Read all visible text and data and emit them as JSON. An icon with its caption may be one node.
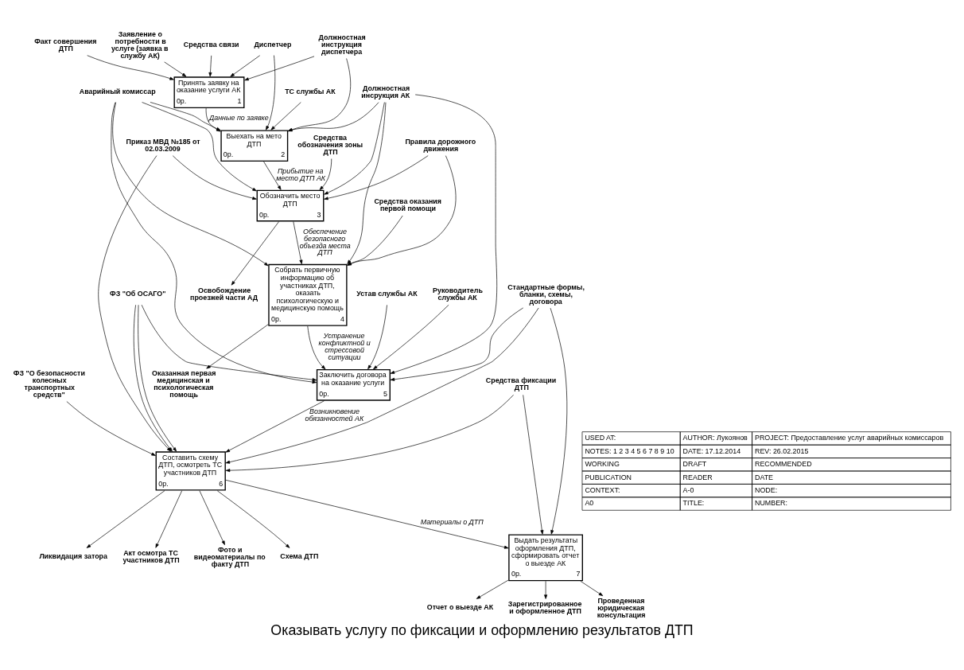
{
  "diagram": {
    "title": "Оказывать услугу по фиксации и оформлению результатов ДТП",
    "nodes": [
      {
        "text": [
          "Принять заявку на оказание услуги АК",
          "0р.",
          "1"
        ]
      },
      {
        "text": [
          "Выехать на мето ДТП",
          "0р.",
          "2"
        ]
      },
      {
        "text": [
          "Обозначить место ДТП",
          "0р.",
          "3"
        ]
      },
      {
        "text": [
          "Собрать первичную информацию об участниках ДТП, оказать психологическую и медицинскую помощь",
          "0р.",
          "4"
        ]
      },
      {
        "text": [
          "Заключить договора на оказание услуги",
          "0р.",
          "5"
        ]
      },
      {
        "text": [
          "Составить схему ДТП, осмотреть ТС участников ДТП",
          "0р.",
          "6"
        ]
      },
      {
        "text": [
          "Выдать результаты оформления ДТП, сформировать отчет о выезде АК",
          "0р.",
          "7"
        ]
      },
      {
        "text": [
          "Должностная инструкция диспетчера"
        ]
      },
      {
        "text": [
          "Должностная инсрукция АК"
        ]
      },
      {
        "text": [
          "Приказ МВД №185 от 02.03.2009"
        ]
      },
      {
        "text": [
          "Правила дорожного движения"
        ]
      },
      {
        "text": [
          "Устав службы АК"
        ]
      },
      {
        "text": [
          "ФЗ \"Об ОСАГО\""
        ]
      },
      {
        "text": [
          "ФЗ \"О безопасности колесных транспортных средств\""
        ]
      },
      {
        "text": [
          "Факт совершения ДТП"
        ]
      },
      {
        "text": [
          "Заявление о потребности в услуге (заявка в службу АК)"
        ]
      },
      {
        "text": [
          "Оказанная первая медицинская и психологическая помощь"
        ]
      },
      {
        "text": [
          "Освобождение проезжей части АД"
        ]
      },
      {
        "text": [
          "Ликвидация затора"
        ]
      },
      {
        "text": [
          "Акт осмотра ТС участников ДТП"
        ]
      },
      {
        "text": [
          "Фото и видеоматериалы по факту ДТП"
        ]
      },
      {
        "text": [
          "Схема ДТП"
        ]
      },
      {
        "text": [
          "Отчет о выезде АК"
        ]
      },
      {
        "text": [
          "Зарегистрированное и оформленное ДТП"
        ]
      },
      {
        "text": [
          "Проведенная юридическая консультация"
        ]
      },
      {
        "text": [
          "Средства связи"
        ]
      },
      {
        "text": [
          "Диспетчер"
        ]
      },
      {
        "text": [
          "ТС службы АК"
        ]
      },
      {
        "text": [
          "Аварийный комиссар"
        ]
      },
      {
        "text": [
          "Средства обозначения зоны ДТП"
        ]
      },
      {
        "text": [
          "Средства оказания первой помощи"
        ]
      },
      {
        "text": [
          "Руководитель службы АК"
        ]
      },
      {
        "text": [
          "Стандартные формы, бланки, схемы, договора"
        ]
      },
      {
        "text": [
          "Средства фиксации ДТП"
        ]
      }
    ],
    "edges": [
      {
        "from": 7,
        "to": 0,
        "arrow": "to"
      },
      {
        "from": 7,
        "to": 1,
        "arrow": "to"
      },
      {
        "from": 8,
        "to": 1,
        "arrow": "to"
      },
      {
        "from": 8,
        "to": 2,
        "arrow": "to"
      },
      {
        "from": 8,
        "to": 3,
        "arrow": "to"
      },
      {
        "from": 8,
        "to": 4,
        "arrow": "to"
      },
      {
        "from": 9,
        "to": 2,
        "arrow": "to"
      },
      {
        "from": 9,
        "to": 5,
        "arrow": "to"
      },
      {
        "from": 10,
        "to": 2,
        "arrow": "to"
      },
      {
        "from": 10,
        "to": 3,
        "arrow": "to"
      },
      {
        "from": 11,
        "to": 4,
        "arrow": "to"
      },
      {
        "from": 12,
        "to": 4,
        "arrow": "to"
      },
      {
        "from": 12,
        "to": 5,
        "arrow": "to"
      },
      {
        "from": 12,
        "to": 5,
        "arrow": "to"
      },
      {
        "from": 13,
        "to": 5,
        "arrow": "to"
      },
      {
        "from": 14,
        "to": 0,
        "arrow": "to"
      },
      {
        "from": 15,
        "to": 0,
        "arrow": "to"
      },
      {
        "from": 0,
        "to": 1,
        "arrow": "to",
        "label": "Данные по заявке"
      },
      {
        "from": 1,
        "to": 2,
        "arrow": "to",
        "label": "Прибытие на место ДТП АК"
      },
      {
        "from": 2,
        "to": 3,
        "arrow": "to",
        "label": "Обеспечение безопасного объезда места ДТП"
      },
      {
        "from": 2,
        "to": 17,
        "arrow": "to"
      },
      {
        "from": 3,
        "to": 16,
        "arrow": "to"
      },
      {
        "from": 3,
        "to": 4,
        "arrow": "to",
        "label": "Устранение конфликтной и стрессовой ситуации"
      },
      {
        "from": 4,
        "to": 5,
        "arrow": "to",
        "label": "Возникновение обязанностей АК"
      },
      {
        "from": 5,
        "to": 18,
        "arrow": "to"
      },
      {
        "from": 5,
        "to": 19,
        "arrow": "to"
      },
      {
        "from": 5,
        "to": 20,
        "arrow": "to"
      },
      {
        "from": 5,
        "to": 21,
        "arrow": "to"
      },
      {
        "from": 5,
        "to": 6,
        "arrow": "to",
        "label": "Материалы о ДТП"
      },
      {
        "from": 6,
        "to": 22,
        "arrow": "to"
      },
      {
        "from": 6,
        "to": 23,
        "arrow": "to"
      },
      {
        "from": 6,
        "to": 24,
        "arrow": "to"
      },
      {
        "from": 25,
        "to": 0,
        "arrow": "to"
      },
      {
        "from": 26,
        "to": 0,
        "arrow": "to"
      },
      {
        "from": 26,
        "to": 1,
        "arrow": "to"
      },
      {
        "from": 27,
        "to": 1,
        "arrow": "to"
      },
      {
        "from": 28,
        "to": 1,
        "arrow": "to"
      },
      {
        "from": 28,
        "to": 2,
        "arrow": "to"
      },
      {
        "from": 28,
        "to": 3,
        "arrow": "to"
      },
      {
        "from": 28,
        "to": 4,
        "arrow": "to"
      },
      {
        "from": 29,
        "to": 2,
        "arrow": "to"
      },
      {
        "from": 30,
        "to": 3,
        "arrow": "to"
      },
      {
        "from": 31,
        "to": 4,
        "arrow": "to"
      },
      {
        "from": 32,
        "to": 4,
        "arrow": "to"
      },
      {
        "from": 32,
        "to": 5,
        "arrow": "to"
      },
      {
        "from": 32,
        "to": 6,
        "arrow": "to"
      },
      {
        "from": 33,
        "to": 5,
        "arrow": "to"
      },
      {
        "from": 33,
        "to": 6,
        "arrow": "to"
      }
    ],
    "labels": [
      "USED AT:",
      "AUTHOR: Лукоянов",
      "PROJECT: Предоставление услуг аварийных комиссаров",
      "NOTES: 1 2 3 4 5 6 7 8 9 10",
      "DATE: 17.12.2014",
      "REV: 26.02.2015",
      "WORKING",
      "DRAFT",
      "RECOMMENDED",
      "PUBLICATION",
      "READER",
      "DATE",
      "CONTEXT:",
      "A-0",
      "NODE:",
      "A0",
      "TITLE:",
      "NUMBER:"
    ]
  }
}
